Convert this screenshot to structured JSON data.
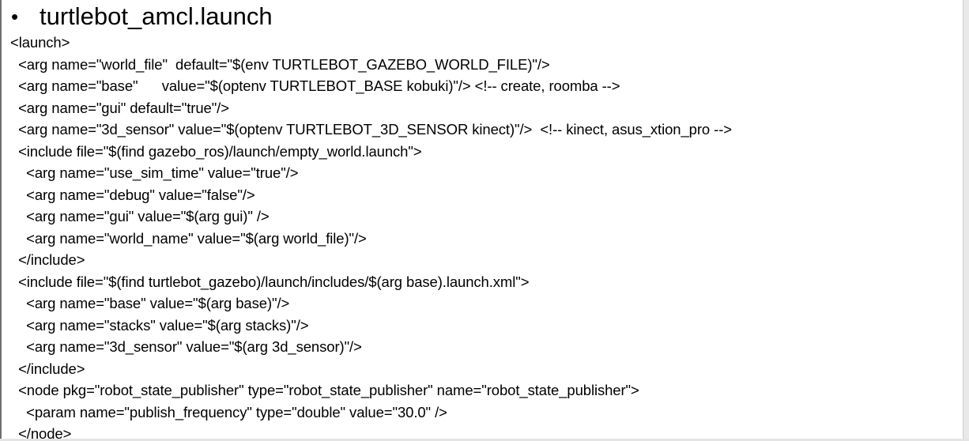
{
  "slide": {
    "bullet": "•",
    "title": "turtlebot_amcl.launch",
    "code_lines": [
      "<launch>",
      "  <arg name=\"world_file\"  default=\"$(env TURTLEBOT_GAZEBO_WORLD_FILE)\"/>",
      "  <arg name=\"base\"      value=\"$(optenv TURTLEBOT_BASE kobuki)\"/> <!-- create, roomba -->",
      "  <arg name=\"gui\" default=\"true\"/>",
      "  <arg name=\"3d_sensor\" value=\"$(optenv TURTLEBOT_3D_SENSOR kinect)\"/>  <!-- kinect, asus_xtion_pro -->",
      "  <include file=\"$(find gazebo_ros)/launch/empty_world.launch\">",
      "    <arg name=\"use_sim_time\" value=\"true\"/>",
      "    <arg name=\"debug\" value=\"false\"/>",
      "    <arg name=\"gui\" value=\"$(arg gui)\" />",
      "    <arg name=\"world_name\" value=\"$(arg world_file)\"/>",
      "  </include>",
      "  <include file=\"$(find turtlebot_gazebo)/launch/includes/$(arg base).launch.xml\">",
      "    <arg name=\"base\" value=\"$(arg base)\"/>",
      "    <arg name=\"stacks\" value=\"$(arg stacks)\"/>",
      "    <arg name=\"3d_sensor\" value=\"$(arg 3d_sensor)\"/>",
      "  </include>",
      "  <node pkg=\"robot_state_publisher\" type=\"robot_state_publisher\" name=\"robot_state_publisher\">",
      "    <param name=\"publish_frequency\" type=\"double\" value=\"30.0\" />",
      "  </node>"
    ]
  }
}
